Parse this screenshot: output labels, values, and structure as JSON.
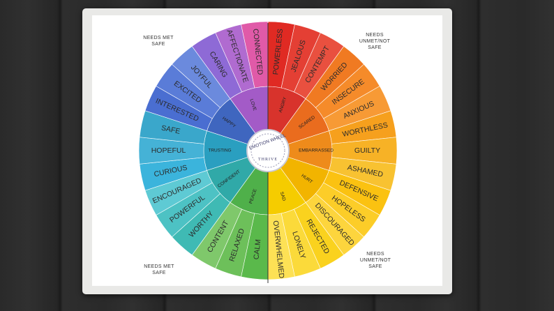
{
  "corners": {
    "top_left": [
      "NEEDS MET",
      "SAFE"
    ],
    "top_right": [
      "NEEDS",
      "UNMET/NOT",
      "SAFE"
    ],
    "bottom_left": [
      "NEEDS MET",
      "SAFE"
    ],
    "bottom_right": [
      "NEEDS",
      "UNMET/NOT",
      "SAFE"
    ]
  },
  "center": {
    "title": "EMOTION WHEEL",
    "brand": "THRIVE"
  },
  "wheel": {
    "core": [
      {
        "label": "ANGRY",
        "color": "#d8332c",
        "words": [
          "POWERLESS",
          "JEALOUS",
          "CONTEMPT"
        ],
        "shades": [
          "#e02a23",
          "#e43f34",
          "#e9503f"
        ]
      },
      {
        "label": "SCARED",
        "color": "#ea6c1e",
        "words": [
          "WORRIED",
          "INSECURE",
          "ANXIOUS"
        ],
        "shades": [
          "#f07a22",
          "#f58b2a",
          "#f79a35"
        ]
      },
      {
        "label": "EMBARRASSED",
        "color": "#ee8b1b",
        "words": [
          "WORTHLESS",
          "GUILTY",
          "ASHAMED"
        ],
        "shades": [
          "#f6a01d",
          "#f7b226",
          "#f8c231"
        ]
      },
      {
        "label": "HURT",
        "color": "#f2b400",
        "words": [
          "DEFENSIVE",
          "HOPELESS",
          "DISCOURAGED"
        ],
        "shades": [
          "#fbc211",
          "#fccd28",
          "#fdd53d"
        ]
      },
      {
        "label": "SAD",
        "color": "#f5cc00",
        "words": [
          "REJECTED",
          "LONELY",
          "OVERWHELMED"
        ],
        "shades": [
          "#fad21e",
          "#fbda3a",
          "#fde155"
        ]
      },
      {
        "label": "PEACE",
        "color": "#4fb04a",
        "words": [
          "CALM",
          "RELAXED",
          "CONTENT"
        ],
        "shades": [
          "#5ab94b",
          "#6dc05a",
          "#7fc86b"
        ]
      },
      {
        "label": "CONFIDENT",
        "color": "#30a9a8",
        "words": [
          "WORTHY",
          "POWERFUL",
          "ENCOURAGED"
        ],
        "shades": [
          "#3fbab4",
          "#4dc2c4",
          "#5ecad4"
        ]
      },
      {
        "label": "TRUSTING",
        "color": "#2a9fc0",
        "words": [
          "CURIOUS",
          "HOPEFUL",
          "SAFE"
        ],
        "shades": [
          "#3bb4dc",
          "#45b2d6",
          "#3aa7cb"
        ]
      },
      {
        "label": "HAPPY",
        "color": "#3f66bf",
        "words": [
          "INTERESTED",
          "EXCITED",
          "JOYFUL"
        ],
        "shades": [
          "#4a6ed1",
          "#5a7cd8",
          "#6b8add"
        ]
      },
      {
        "label": "LOVE",
        "color": "#a35bc7",
        "words": [
          "CARING",
          "AFFECTIONATE",
          "CONNECTED"
        ],
        "shades": [
          "#8e6ad6",
          "#b06bd0",
          "#e05aa8"
        ]
      }
    ]
  }
}
